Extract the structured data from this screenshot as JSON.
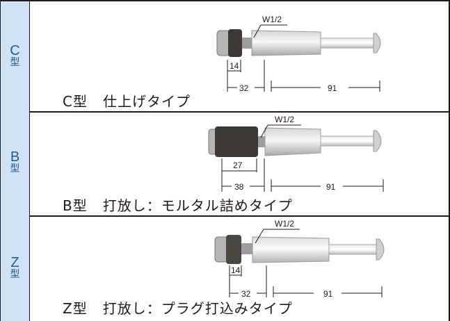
{
  "rows": [
    {
      "side_letter": "C",
      "side_kanji": "型",
      "caption_type": "C型",
      "caption_desc": "仕上げタイプ",
      "thread_label": "W1/2",
      "dim_inner": "14",
      "dim_outer": "32",
      "dim_length": "91"
    },
    {
      "side_letter": "B",
      "side_kanji": "型",
      "caption_type": "B型",
      "caption_desc": "打放し：モルタル詰めタイプ",
      "thread_label": "W1/2",
      "dim_inner": "27",
      "dim_outer": "38",
      "dim_length": "91"
    },
    {
      "side_letter": "Z",
      "side_kanji": "型",
      "caption_type": "Z型",
      "caption_desc": "打放し：プラグ打込みタイプ",
      "thread_label": "W1/2",
      "dim_inner": "14",
      "dim_outer": "32",
      "dim_length": "91"
    }
  ]
}
